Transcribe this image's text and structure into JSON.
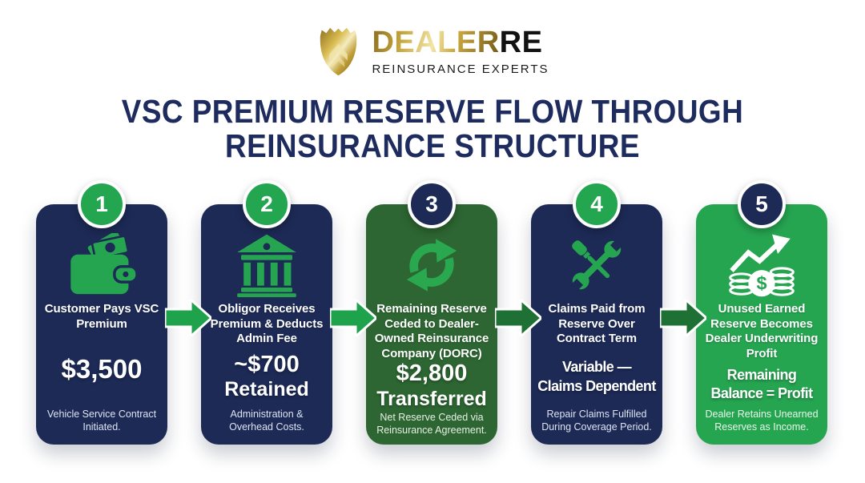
{
  "logo": {
    "icon": "gold-shield-crest-icon",
    "brand_gold": "DEALER",
    "brand_dark": "RE",
    "tagline": "REINSURANCE EXPERTS"
  },
  "title": {
    "line1": "VSC PREMIUM RESERVE FLOW THROUGH",
    "line2": "REINSURANCE STRUCTURE"
  },
  "colors": {
    "navy": "#1d2a56",
    "green": "#26a551",
    "dark_green": "#2d6632",
    "arrow_bright_green": "#1fa24c",
    "arrow_dark_green": "#1f7035",
    "gold": "#c7a73e",
    "title_navy": "#1d2b5e"
  },
  "steps": [
    {
      "number": "1",
      "icon": "wallet-money-icon",
      "heading": "Customer Pays VSC Premium",
      "amount_line1": "$3,500",
      "amount_line2": "",
      "caption": "Vehicle Service Contract Initiated."
    },
    {
      "number": "2",
      "icon": "bank-building-icon",
      "heading": "Obligor Receives Premium & Deducts Admin Fee",
      "amount_line1": "~$700",
      "amount_line2": "Retained",
      "caption": "Administration & Overhead Costs."
    },
    {
      "number": "3",
      "icon": "cycle-arrows-icon",
      "heading": "Remaining Reserve Ceded to Dealer-Owned Reinsurance Company (DORC)",
      "amount_line1": "$2,800",
      "amount_line2": "Transferred",
      "caption": "Net Reserve Ceded via Reinsurance Agreement."
    },
    {
      "number": "4",
      "icon": "repair-tools-icon",
      "heading": "Claims Paid from Reserve Over Contract Term",
      "amount_line1": "Variable —",
      "amount_line2": "Claims Dependent",
      "caption": "Repair Claims Fulfilled During Coverage Period."
    },
    {
      "number": "5",
      "icon": "profit-growth-coins-icon",
      "heading": "Unused Earned Reserve Becomes Dealer Underwriting Profit",
      "amount_line1": "Remaining",
      "amount_line2": "Balance = Profit",
      "caption": "Dealer Retains Unearned Reserves as Income."
    }
  ]
}
